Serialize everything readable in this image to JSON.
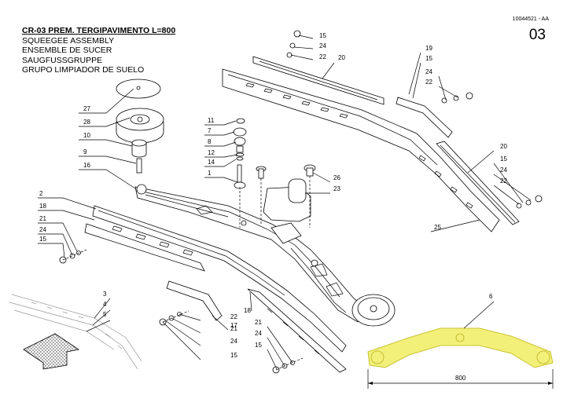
{
  "header": {
    "document_number": "10044521 - AA",
    "page_number": "03"
  },
  "title": {
    "line1": "CR-03 PREM. TERGIPAVIMENTO L=800",
    "line2": "SQUEEGEE ASSEMBLY",
    "line3": "ENSEMBLE DE SUCER",
    "line4": "SAUGFUSSGRUPPE",
    "line5": "GRUPO LIMPIADOR DE SUELO"
  },
  "callouts": {
    "c27": "27",
    "c28": "28",
    "c10": "10",
    "c9": "9",
    "c16": "16",
    "c2": "2",
    "c18a": "18",
    "c21a": "21",
    "c24a": "24",
    "c15a": "15",
    "c11": "11",
    "c7": "7",
    "c8": "8",
    "c12": "12",
    "c14": "14",
    "c1": "1",
    "c15b": "15",
    "c24b": "24",
    "c22a": "22",
    "c20a": "20",
    "c19": "19",
    "c15c": "15",
    "c24c": "24",
    "c22b": "22",
    "c26": "26",
    "c23": "23",
    "c20b": "20",
    "c15d": "15",
    "c24d": "24",
    "c22c": "22",
    "c25": "25",
    "c3": "3",
    "c4": "4",
    "c5": "5",
    "c22d": "22",
    "c21b": "21",
    "c24e": "24",
    "c15e": "15",
    "c17": "17",
    "c18b": "18",
    "c21c": "21",
    "c24f": "24",
    "c15f": "15",
    "c6": "6"
  },
  "dimension": {
    "width_label": "800"
  },
  "colors": {
    "highlight": "#f3f07a",
    "highlight_stroke": "#c9c230",
    "line": "#000000"
  }
}
